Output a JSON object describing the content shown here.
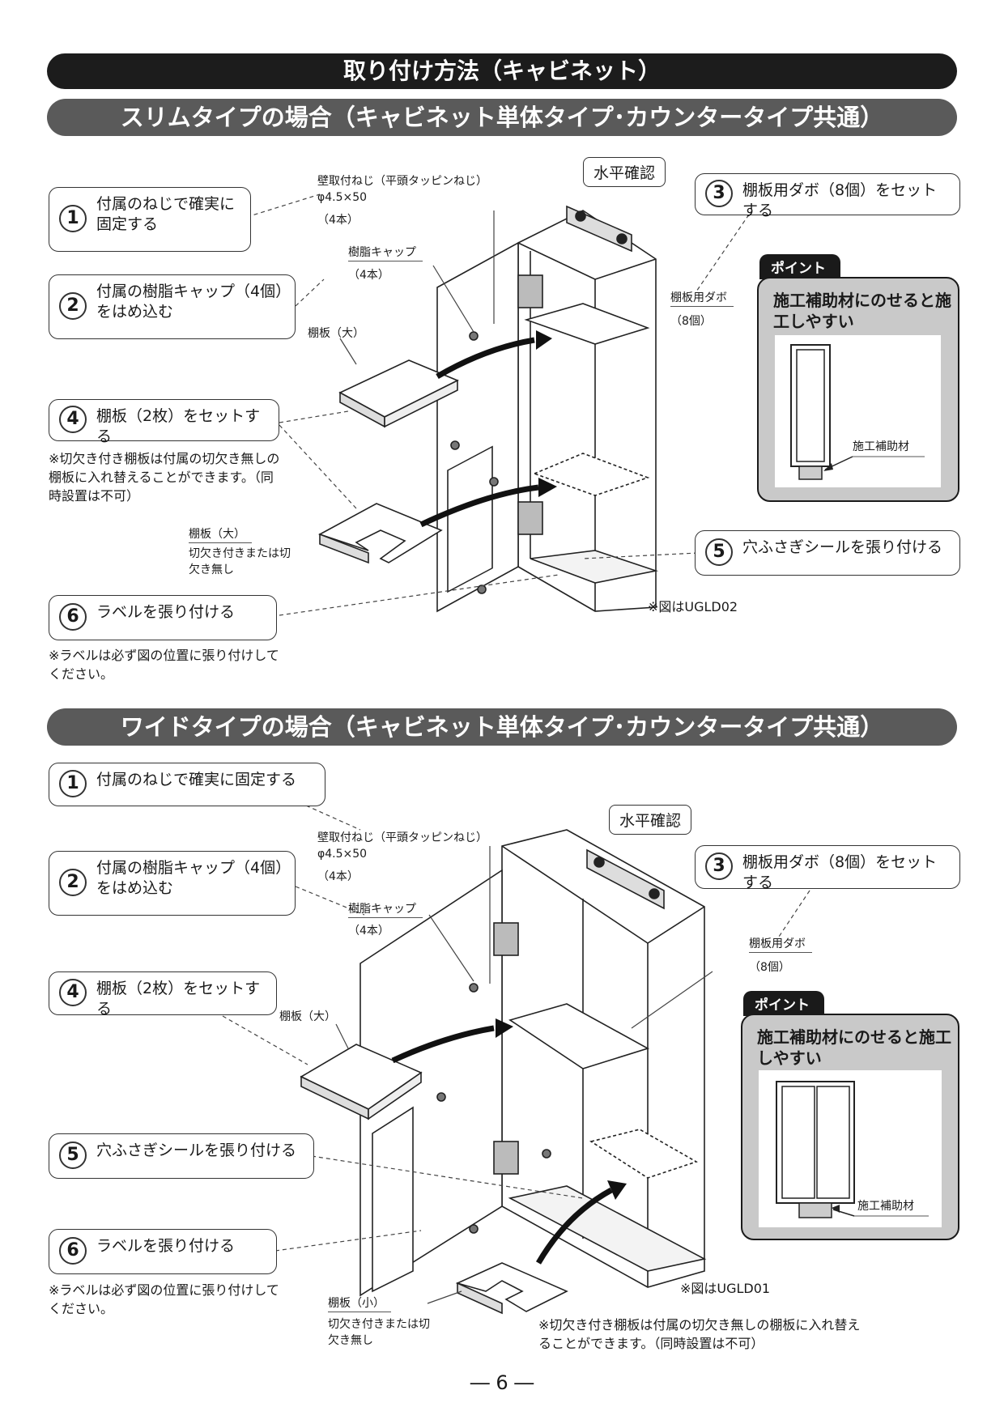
{
  "title": "取り付け方法（キャビネット）",
  "slim": {
    "heading": "スリムタイプの場合（キャビネット単体タイプ･カウンタータイプ共通）",
    "steps": [
      {
        "num": "1",
        "text": "付属のねじで確実に固定する"
      },
      {
        "num": "2",
        "text": "付属の樹脂キャップ（4個）をはめ込む"
      },
      {
        "num": "3",
        "text": "棚板用ダボ（8個）をセットする"
      },
      {
        "num": "4",
        "text": "棚板（2枚）をセットする"
      },
      {
        "num": "5",
        "text": "穴ふさぎシールを張り付ける"
      },
      {
        "num": "6",
        "text": "ラベルを張り付ける"
      }
    ],
    "note_shelf": "※切欠き付き棚板は付属の切欠き無しの棚板に入れ替えることができます。（同時設置は不可）",
    "note_label": "※ラベルは必ず図の位置に張り付けしてください。",
    "level_label": "水平確認",
    "labels": {
      "screw": "壁取付ねじ（平頭タッピンねじ）",
      "screw_size": "φ4.5×50",
      "screw_qty": "（4本）",
      "cap": "樹脂キャップ",
      "cap_qty": "（4本）",
      "shelf_large": "棚板（大）",
      "dowel": "棚板用ダボ",
      "dowel_qty": "（8個）",
      "shelf_large2": "棚板（大）",
      "notch": "切欠き付きまたは切欠き無し",
      "figure": "※図はUGLD02"
    },
    "point": {
      "tab": "ポイント",
      "text": "施工補助材にのせると施工しやすい",
      "aux": "施工補助材"
    }
  },
  "wide": {
    "heading": "ワイドタイプの場合（キャビネット単体タイプ･カウンタータイプ共通）",
    "steps": [
      {
        "num": "1",
        "text": "付属のねじで確実に固定する"
      },
      {
        "num": "2",
        "text": "付属の樹脂キャップ（4個）をはめ込む"
      },
      {
        "num": "3",
        "text": "棚板用ダボ（8個）をセットする"
      },
      {
        "num": "4",
        "text": "棚板（2枚）をセットする"
      },
      {
        "num": "5",
        "text": "穴ふさぎシールを張り付ける"
      },
      {
        "num": "6",
        "text": "ラベルを張り付ける"
      }
    ],
    "note_label": "※ラベルは必ず図の位置に張り付けしてください。",
    "note_shelf": "※切欠き付き棚板は付属の切欠き無しの棚板に入れ替えることができます。（同時設置は不可）",
    "level_label": "水平確認",
    "labels": {
      "screw": "壁取付ねじ（平頭タッピンねじ）",
      "screw_size": "φ4.5×50",
      "screw_qty": "（4本）",
      "cap": "樹脂キャップ",
      "cap_qty": "（4本）",
      "shelf_large": "棚板（大）",
      "dowel": "棚板用ダボ",
      "dowel_qty": "（8個）",
      "shelf_small": "棚板（小）",
      "notch": "切欠き付きまたは切欠き無し",
      "figure": "※図はUGLD01"
    },
    "point": {
      "tab": "ポイント",
      "text": "施工補助材にのせると施工しやすい",
      "aux": "施工補助材"
    }
  },
  "page_number": "― 6 ―"
}
